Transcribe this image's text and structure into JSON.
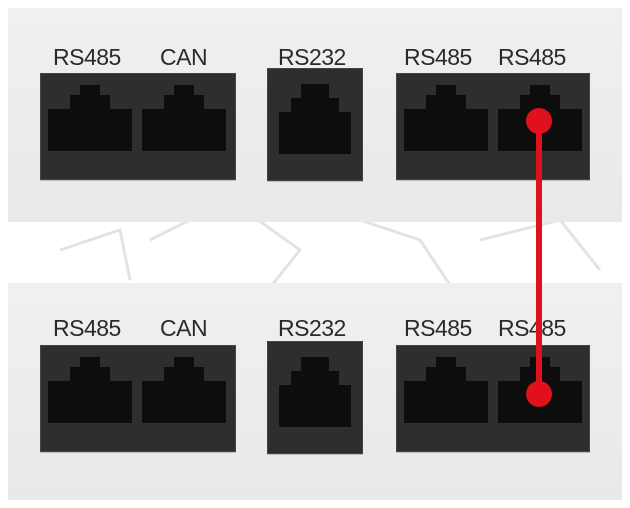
{
  "top_panel": {
    "labels": [
      "RS485",
      "CAN",
      "RS232",
      "RS485",
      "RS485"
    ]
  },
  "bottom_panel": {
    "labels": [
      "RS485",
      "CAN",
      "RS232",
      "RS485",
      "RS485"
    ]
  },
  "colors": {
    "panel": "#eeeeee",
    "housing": "#2e2e2e",
    "port": "#111111",
    "cable": "#e0101c"
  },
  "connection": {
    "from": "top panel RS485 (rightmost)",
    "to": "bottom panel RS485 (rightmost)"
  }
}
